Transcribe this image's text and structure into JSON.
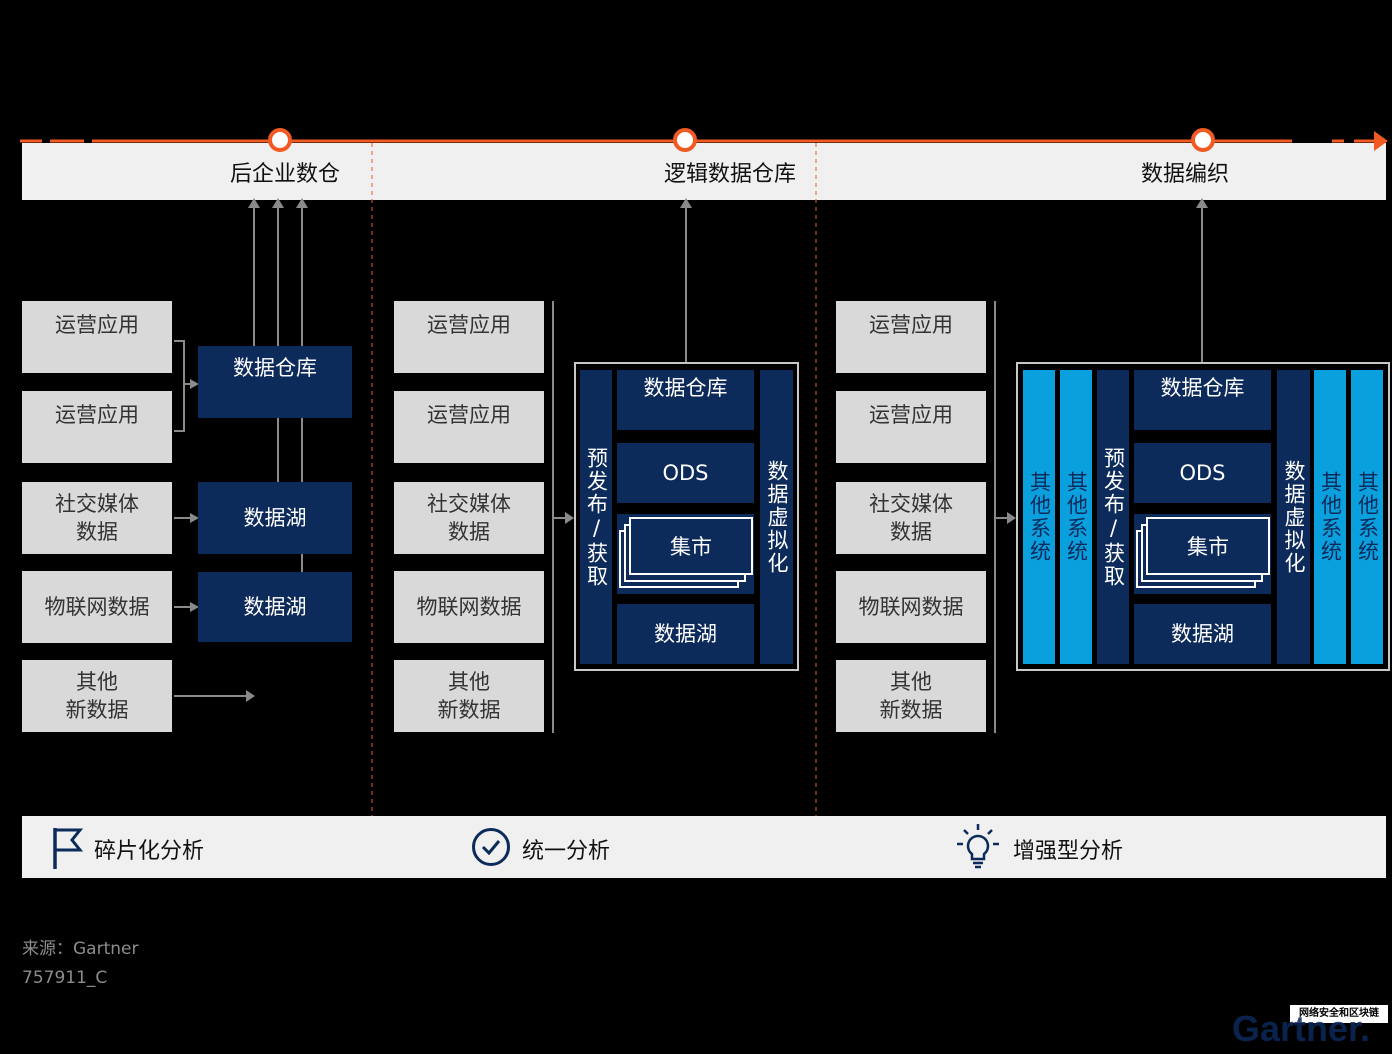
{
  "stages": [
    {
      "title": "后企业数仓"
    },
    {
      "title": "逻辑数据仓库"
    },
    {
      "title": "数据编织"
    }
  ],
  "sources": {
    "ops1": "运营应用",
    "ops2": "运营应用",
    "social": "社交媒体\n数据",
    "iot": "物联网数据",
    "other": "其他\n新数据"
  },
  "stage1": {
    "dw": "数据仓库",
    "lake1": "数据湖",
    "lake2": "数据湖"
  },
  "stage2": {
    "prepub": "预发布/获取",
    "dw": "数据仓库",
    "ods": "ODS",
    "mart": "集市",
    "lake": "数据湖",
    "virt": "数据虚拟化"
  },
  "stage3": {
    "other": "其他系统",
    "prepub": "预发布/获取",
    "dw": "数据仓库",
    "ods": "ODS",
    "mart": "集市",
    "lake": "数据湖",
    "virt": "数据虚拟化"
  },
  "footer": {
    "a": "碎片化分析",
    "b": "统一分析",
    "c": "增强型分析"
  },
  "source_note": "来源：Gartner",
  "doc_id": "757911_C",
  "logo": "Gartner.",
  "watermark": "网络安全和区块链"
}
